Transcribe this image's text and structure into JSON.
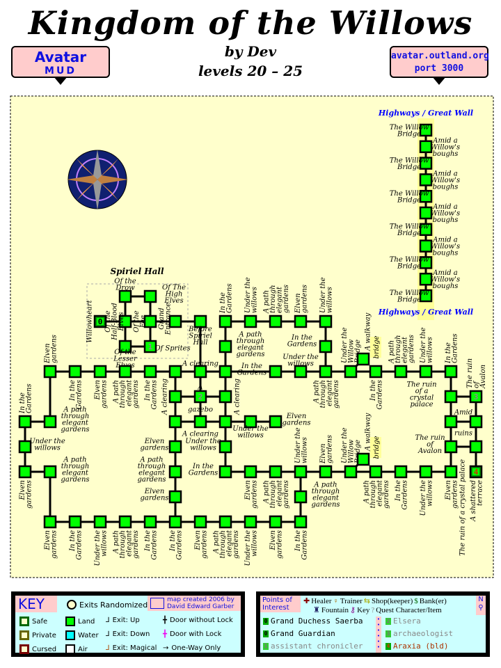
{
  "header": {
    "title": "Kingdom of the Willows",
    "byline": "by Dev",
    "levels": "levels 20 – 25",
    "left_badge": {
      "line1": "Avatar",
      "line2": "MUD"
    },
    "right_badge": {
      "line1": "avatar.outland.org",
      "line2": "port 3000"
    }
  },
  "colors": {
    "parchment": "#ffffcc",
    "land": "#00ff00",
    "highway": "#0000ff",
    "highlight": "#ffff99"
  },
  "map": {
    "spiriel_title": "Spiriel Hall",
    "highway_label": "Highways / Great Wall",
    "bridge_label": "bridge",
    "highway_rooms": [
      "The Willow Bridge",
      "Amid a Willow's boughs",
      "The Willow Bridge",
      "Amid a Willow's boughs",
      "The Willow Bridge",
      "Amid a Willow's boughs",
      "The Willow Bridge",
      "Amid a Willow's boughs",
      "The Willow Bridge",
      "Amid a Willow's boughs",
      "The Willow Bridge"
    ],
    "rooms": [
      {
        "label": "Willowheart",
        "badge": "0"
      },
      {
        "label": "Of the Half-Blood Elves"
      },
      {
        "label": "Of the Fae"
      },
      {
        "label": "Of the Drow"
      },
      {
        "label": "Of The High Elves"
      },
      {
        "label": "Of the Lesser Elves"
      },
      {
        "label": "Of Sprites",
        "badge": "1"
      },
      {
        "label": "Grand Entrance"
      },
      {
        "label": "Before Spiriel Hall"
      },
      {
        "label": "In the Gardens"
      },
      {
        "label": "Under the willows"
      },
      {
        "label": "A path through elegant gardens"
      },
      {
        "label": "Elven gardens"
      },
      {
        "label": "Under the willows"
      },
      {
        "label": "A path through elegant gardens"
      },
      {
        "label": "In the Gardens"
      },
      {
        "label": "Elven gardens"
      },
      {
        "label": "In the Gardens"
      },
      {
        "label": "Elven gardens"
      },
      {
        "label": "A path through elegant gardens"
      },
      {
        "label": "In the Gardens"
      },
      {
        "label": ""
      },
      {
        "label": "A clearing"
      },
      {
        "label": ""
      },
      {
        "label": "In the Gardens"
      },
      {
        "label": "Under the willows"
      },
      {
        "label": "A path through elegant gardens"
      },
      {
        "label": "Under the Willow Bridge"
      },
      {
        "label": "A walkway"
      },
      {
        "label": "In the Gardens"
      },
      {
        "label": "A path through elegant gardens"
      },
      {
        "label": "Under the willows"
      },
      {
        "label": "In the Gardens"
      },
      {
        "label": "The ruin of a crystal palace"
      },
      {
        "label": "The ruin of Avalon",
        "badge": "3"
      },
      {
        "label": "A clearing"
      },
      {
        "label": "A gazebo",
        "badge": "2"
      },
      {
        "label": "A clearing"
      },
      {
        "label": "In the Gardens"
      },
      {
        "label": "A path through elegant gardens"
      },
      {
        "label": ""
      },
      {
        "label": "A clearing"
      },
      {
        "label": ""
      },
      {
        "label": "Under the willows"
      },
      {
        "label": "Elven gardens"
      },
      {
        "label": "Under the willows"
      },
      {
        "label": "Elven gardens"
      },
      {
        "label": "Under the willows"
      },
      {
        "label": "Amid ruins"
      },
      {
        "label": ""
      },
      {
        "label": "The ruin of Avalon"
      },
      {
        "label": "The ruin of a crystal palace"
      },
      {
        "label": "Elven gardens"
      },
      {
        "label": "A path through elegant gardens"
      },
      {
        "label": "A path through elegant gardens"
      },
      {
        "label": "In the Gardens"
      },
      {
        "label": "Elven gardens"
      },
      {
        "label": "A path through elegant gardens"
      },
      {
        "label": "Under the willows"
      },
      {
        "label": "Elven gardens"
      },
      {
        "label": "Under the Willow Bridge"
      },
      {
        "label": "A walkway"
      },
      {
        "label": "A path through elegant gardens"
      },
      {
        "label": "In the Gardens"
      },
      {
        "label": "Under the willows"
      },
      {
        "label": "Elven gardens"
      },
      {
        "label": "A shattered terrace",
        "badge": "4"
      },
      {
        "label": "Elven gardens"
      },
      {
        "label": "A path through elegant gardens"
      },
      {
        "label": "Elven gardens"
      },
      {
        "label": "In the Gardens"
      },
      {
        "label": "Under the willows"
      },
      {
        "label": "A path through elegant gardens"
      },
      {
        "label": "In the Gardens"
      },
      {
        "label": "In the Gardens"
      },
      {
        "label": "Elven gardens"
      },
      {
        "label": "A path through elegant gardens"
      },
      {
        "label": "Under the willows"
      },
      {
        "label": "Elven gardens"
      },
      {
        "label": "In the Gardens"
      }
    ]
  },
  "key": {
    "title": "KEY",
    "exits_randomized": "Exits Randomized",
    "credit1": "map created 2006 by",
    "credit2": "David Edward Garber",
    "safe": "Safe",
    "private": "Private",
    "cursed": "Cursed",
    "land": "Land",
    "water": "Water",
    "air": "Air",
    "exit_up": "Exit: Up",
    "exit_down": "Exit: Down",
    "exit_magical": "Exit: Magical",
    "door_no_lock": "Door without Lock",
    "door_lock": "Door with Lock",
    "one_way": "One-Way Only"
  },
  "poi": {
    "title1": "Points of",
    "title2": "Interest",
    "healer": "Healer",
    "trainer": "Trainer",
    "shop": "Shop(keeper)",
    "bank": "Bank(er)",
    "fountain": "Fountain",
    "key": "Key",
    "quest": "Quest Character/Item",
    "north": "N",
    "entries": [
      {
        "badge": "0",
        "name": "Grand Duchess Saerba",
        "color": "#000000"
      },
      {
        "badge": "0",
        "name": "Grand Guardian",
        "color": "#000000"
      },
      {
        "badge": "1",
        "name": "assistant chronicler",
        "color": "#888888"
      },
      {
        "badge": "2",
        "name": "Elsera",
        "color": "#888888"
      },
      {
        "badge": "3",
        "name": "archaeologist",
        "color": "#888888"
      },
      {
        "badge": "4",
        "name": "Araxia (bld)",
        "color": "#aa3300"
      }
    ]
  }
}
